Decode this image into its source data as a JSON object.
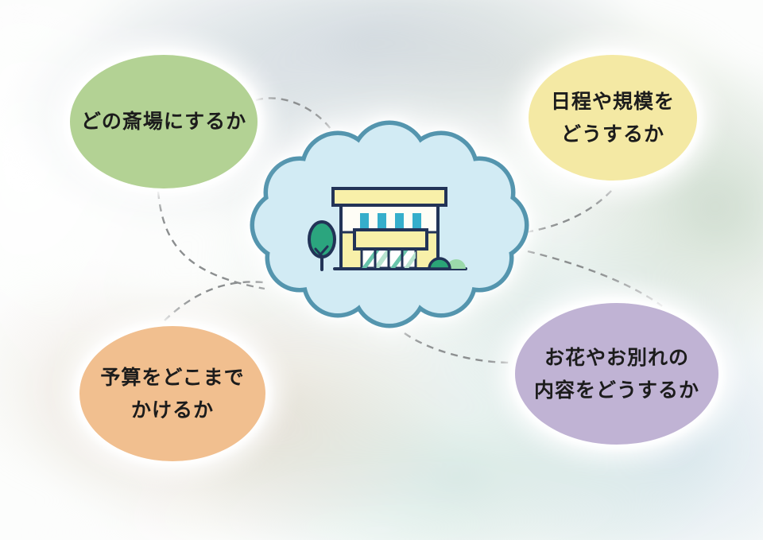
{
  "diagram": {
    "description_icon": "funeral-hall-building-in-cloud",
    "bubbles": {
      "venue": {
        "lines": [
          "どの斎場にするか"
        ],
        "color": "#b3d294"
      },
      "schedule": {
        "lines": [
          "日程や規模を",
          "どうするか"
        ],
        "color": "#f4e9a4"
      },
      "budget": {
        "lines": [
          "予算をどこまで",
          "かけるか"
        ],
        "color": "#f1bf8f"
      },
      "farewell": {
        "lines": [
          "お花やお別れの",
          "内容をどうするか"
        ],
        "color": "#c0b3d4"
      }
    },
    "cloud": {
      "fill": "#d2ebf4",
      "border": "#5495ae"
    },
    "building": {
      "outline": "#223357",
      "wall_yellow": "#f8f0a9",
      "window_teal": "#35aecb",
      "tree_green": "#2ba57e",
      "bush_light_green": "#9bd9aa",
      "glass_stripe": "#69c4ab"
    },
    "connector": {
      "color": "#8b8e8f",
      "style": "dashed"
    }
  }
}
